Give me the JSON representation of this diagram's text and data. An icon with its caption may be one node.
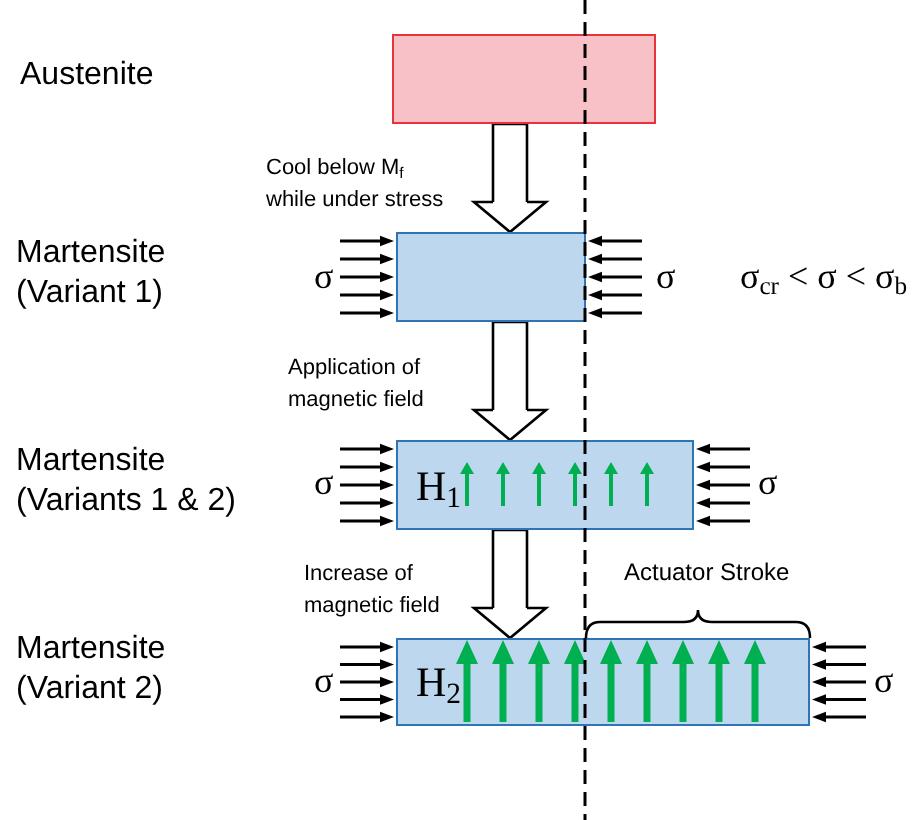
{
  "diagram": {
    "nodes": [
      {
        "text": [],
        "shape": "box"
      },
      {
        "text": [],
        "shape": "box"
      },
      {
        "text": [
          "H$_{1}$"
        ]
      },
      {
        "text": [
          "H$_{2}$"
        ]
      }
    ],
    "edges": [
      {
        "from": 0,
        "to": 1,
        "arrow": "to",
        "label": "Cool below M$_{f}$ while under stress"
      },
      {
        "from": 1,
        "to": 2,
        "arrow": "to",
        "label": "Application of magnetic field"
      },
      {
        "from": 2,
        "to": 3,
        "arrow": "to",
        "label": "Increase of magnetic field"
      }
    ],
    "labels": [
      "Austenite",
      "Martensite (Variant 1)",
      "σ",
      "σ",
      "σ$_{cr}$ < σ < σ$_{b}$",
      "Martensite (Variants 1 & 2)",
      "σ",
      "σ",
      "Actuator Stroke",
      "Martensite (Variant 2)",
      "σ",
      "σ"
    ]
  }
}
